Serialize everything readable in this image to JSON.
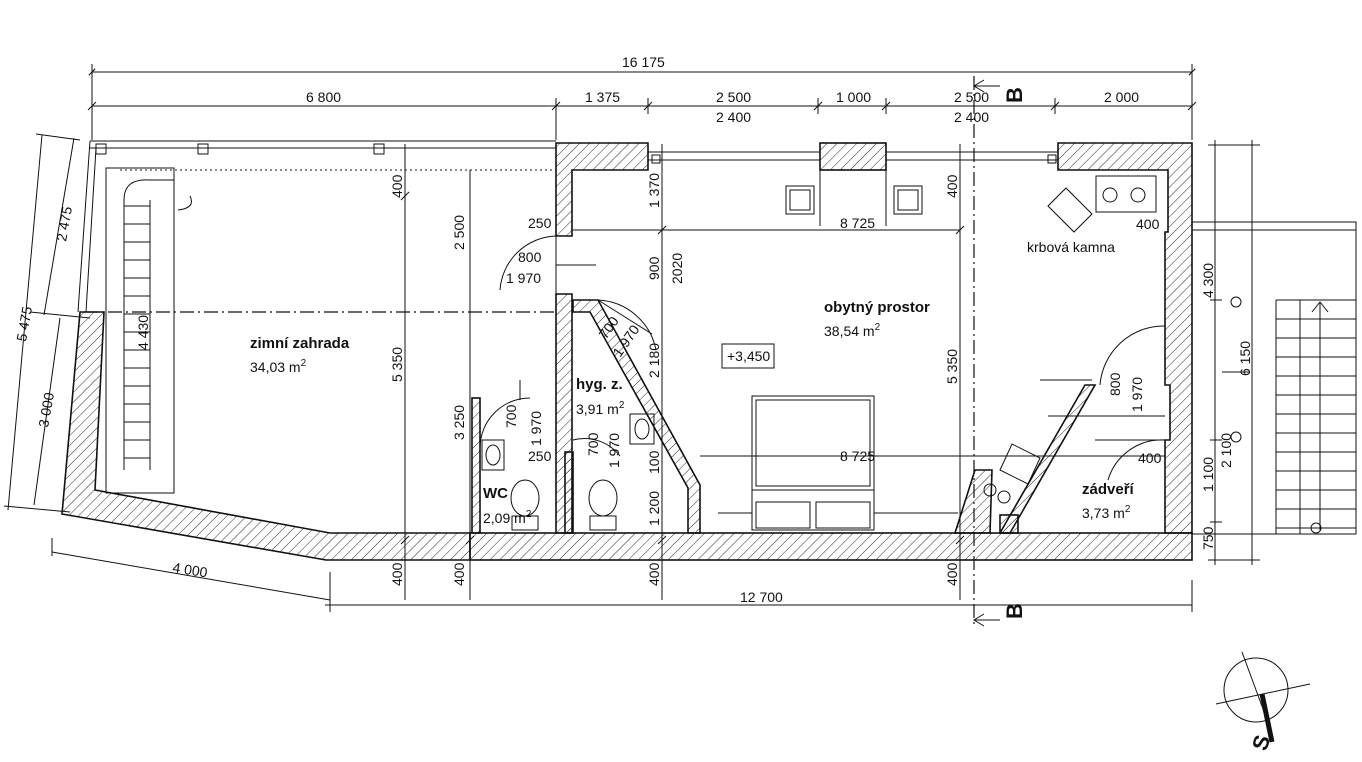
{
  "dimensions": {
    "top_total": "16 175",
    "top_6800": "6 800",
    "top_1375": "1 375",
    "top_2500a": "2 500",
    "top_2400a": "2 400",
    "top_1000": "1 000",
    "top_2500b": "2 500",
    "top_2400b": "2 400",
    "top_2000": "2 000",
    "left_2475": "2 475",
    "left_5475": "5 475",
    "left_3000": "3 000",
    "left_4430": "4 430",
    "bottom_4000": "4 000",
    "bottom_12700": "12 700",
    "v400_a": "400",
    "v2500": "2 500",
    "v5350_a": "5 350",
    "v3250": "3 250",
    "v1370": "1 370",
    "v900": "900",
    "v2020": "2020",
    "v2180": "2 180",
    "v100": "100",
    "v1200": "1 200",
    "v400_b": "400",
    "v5350_b": "5 350",
    "h8725_a": "8 725",
    "h8725_b": "8 725",
    "h250_a": "250",
    "h250_b": "250",
    "h400_a": "400",
    "h400_b": "400",
    "b400_1": "400",
    "b400_2": "400",
    "b400_3": "400",
    "b400_4": "400",
    "r4300": "4 300",
    "r6150": "6 150",
    "r2100": "2 100",
    "r1100": "1 100",
    "r750": "750"
  },
  "doors": {
    "d1_w": "800",
    "d1_h": "1 970",
    "d2_w": "700",
    "d2_h": "1 970",
    "d3_w": "700",
    "d3_h": "1 970",
    "d4_w": "700",
    "d4_h": "1 970",
    "d5_w": "800",
    "d5_h": "1 970"
  },
  "rooms": {
    "winter_garden": {
      "name": "zimní zahrada",
      "area": "34,03 m",
      "sup": "2"
    },
    "living": {
      "name": "obytný prostor",
      "area": "38,54 m",
      "sup": "2"
    },
    "bath": {
      "name": "hyg. z.",
      "area": "3,91 m",
      "sup": "2"
    },
    "wc": {
      "name": "WC",
      "area": "2,09 m",
      "sup": "2"
    },
    "entry": {
      "name": "zádveří",
      "area": "3,73 m",
      "sup": "2"
    }
  },
  "labels": {
    "stove": "krbová kamna",
    "level": "+3,450",
    "section_top": "B",
    "section_bottom": "B",
    "north": "S"
  }
}
